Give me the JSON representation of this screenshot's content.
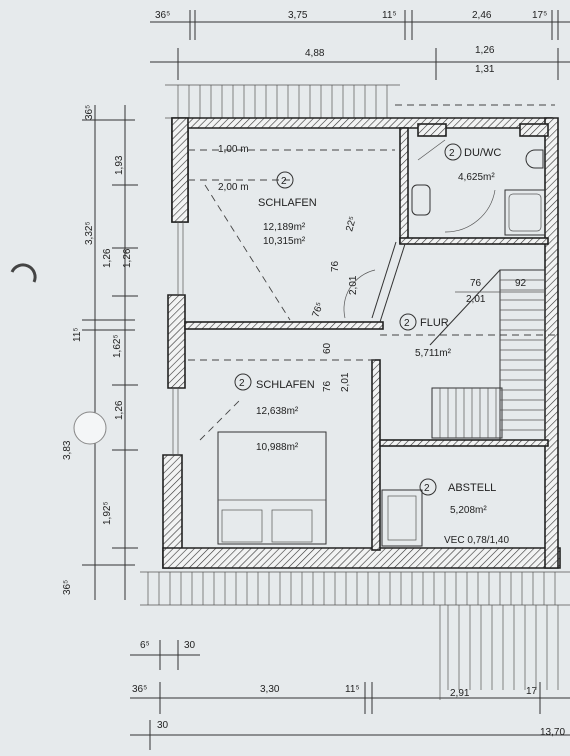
{
  "dimensions": {
    "top_row1": [
      "36⁵",
      "3,75",
      "11⁵",
      "2,46",
      "17⁵"
    ],
    "top_row2": [
      "4,88",
      "1,26",
      "1,31"
    ],
    "left_outer": [
      "3,32⁵",
      "11⁵",
      "3,83",
      "36⁵"
    ],
    "left_inner": [
      "36⁵",
      "1,93",
      "1,26",
      "1,26",
      "1,62⁵",
      "1,26",
      "1,92⁵"
    ],
    "bottom_row1": [
      "6⁵",
      "30"
    ],
    "bottom_row2": [
      "36⁵",
      "3,30",
      "11⁵",
      "2,91",
      "17"
    ],
    "bottom_row3": [
      "30",
      "13,70"
    ]
  },
  "rooms": {
    "schlafen_top": {
      "number": "2",
      "name": "SCHLAFEN",
      "area1": "12,189m²",
      "area2": "10,315m²",
      "note1": "1,00 m",
      "note2": "2,00 m"
    },
    "du_wc": {
      "number": "2",
      "name": "DU/WC",
      "area": "4,625m²"
    },
    "flur": {
      "number": "2",
      "name": "FLUR",
      "area": "5,711m²"
    },
    "schlafen_bottom": {
      "number": "2",
      "name": "SCHLAFEN",
      "area1": "12,638m²",
      "area2": "10,988m²"
    },
    "abstell": {
      "number": "2",
      "name": "ABSTELL",
      "area": "5,208m²",
      "note": "VEC 0,78/1,40"
    }
  },
  "door_labels": {
    "d1": "76",
    "d2": "2,01",
    "d3": "76⁵",
    "d4": "22⁵",
    "d5": "60",
    "d6": "76",
    "d7": "2,01",
    "d8": "76",
    "d9": "2,01",
    "d10": "92"
  }
}
